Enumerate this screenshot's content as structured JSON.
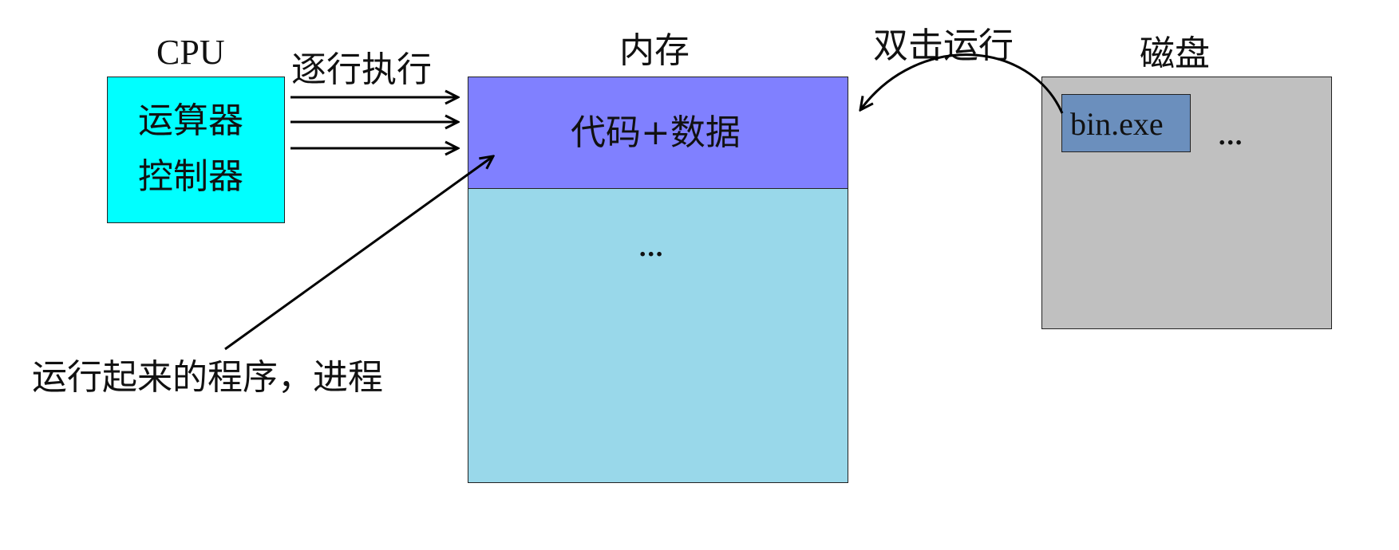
{
  "cpu": {
    "title": "CPU",
    "lines": [
      "运算器",
      "控制器"
    ]
  },
  "arrow_label": "逐行执行",
  "memory": {
    "title": "内存",
    "top_section": "代码+数据",
    "bottom_section": "..."
  },
  "disk": {
    "title": "磁盘",
    "file": "bin.exe",
    "more": "..."
  },
  "load_label": "双击运行",
  "process_label": "运行起来的程序，进程",
  "colors": {
    "cpu_fill": "#00ffff",
    "memory_code_fill": "#8080ff",
    "memory_rest_fill": "#99d8ea",
    "disk_fill": "#c0c0c0",
    "file_fill": "#6b8fbd"
  }
}
